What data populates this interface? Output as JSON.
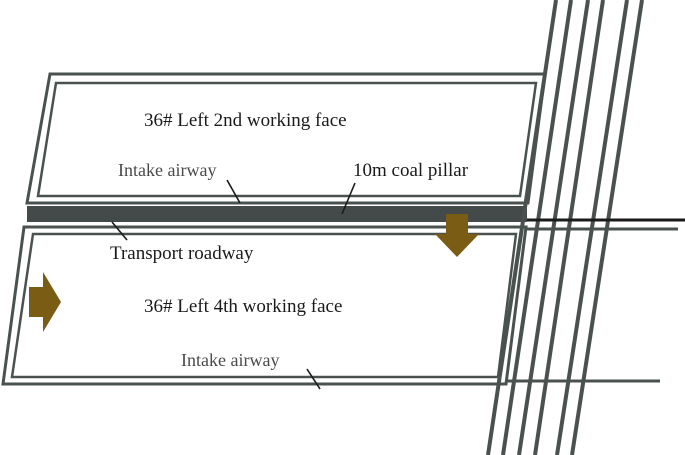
{
  "diagram": {
    "labels": {
      "upper_face": "36# Left 2nd working face",
      "lower_face": "36# Left 4th working face",
      "upper_intake": "Intake airway",
      "lower_intake": "Intake airway",
      "coal_pillar": "10m coal pillar",
      "transport": "Transport roadway"
    },
    "colors": {
      "line": "#4a5250",
      "pillar": "#434a49",
      "arrow": "#7a5c14",
      "text": "#1a1a1a"
    },
    "arrows": [
      "down-arrow",
      "right-arrow"
    ]
  }
}
